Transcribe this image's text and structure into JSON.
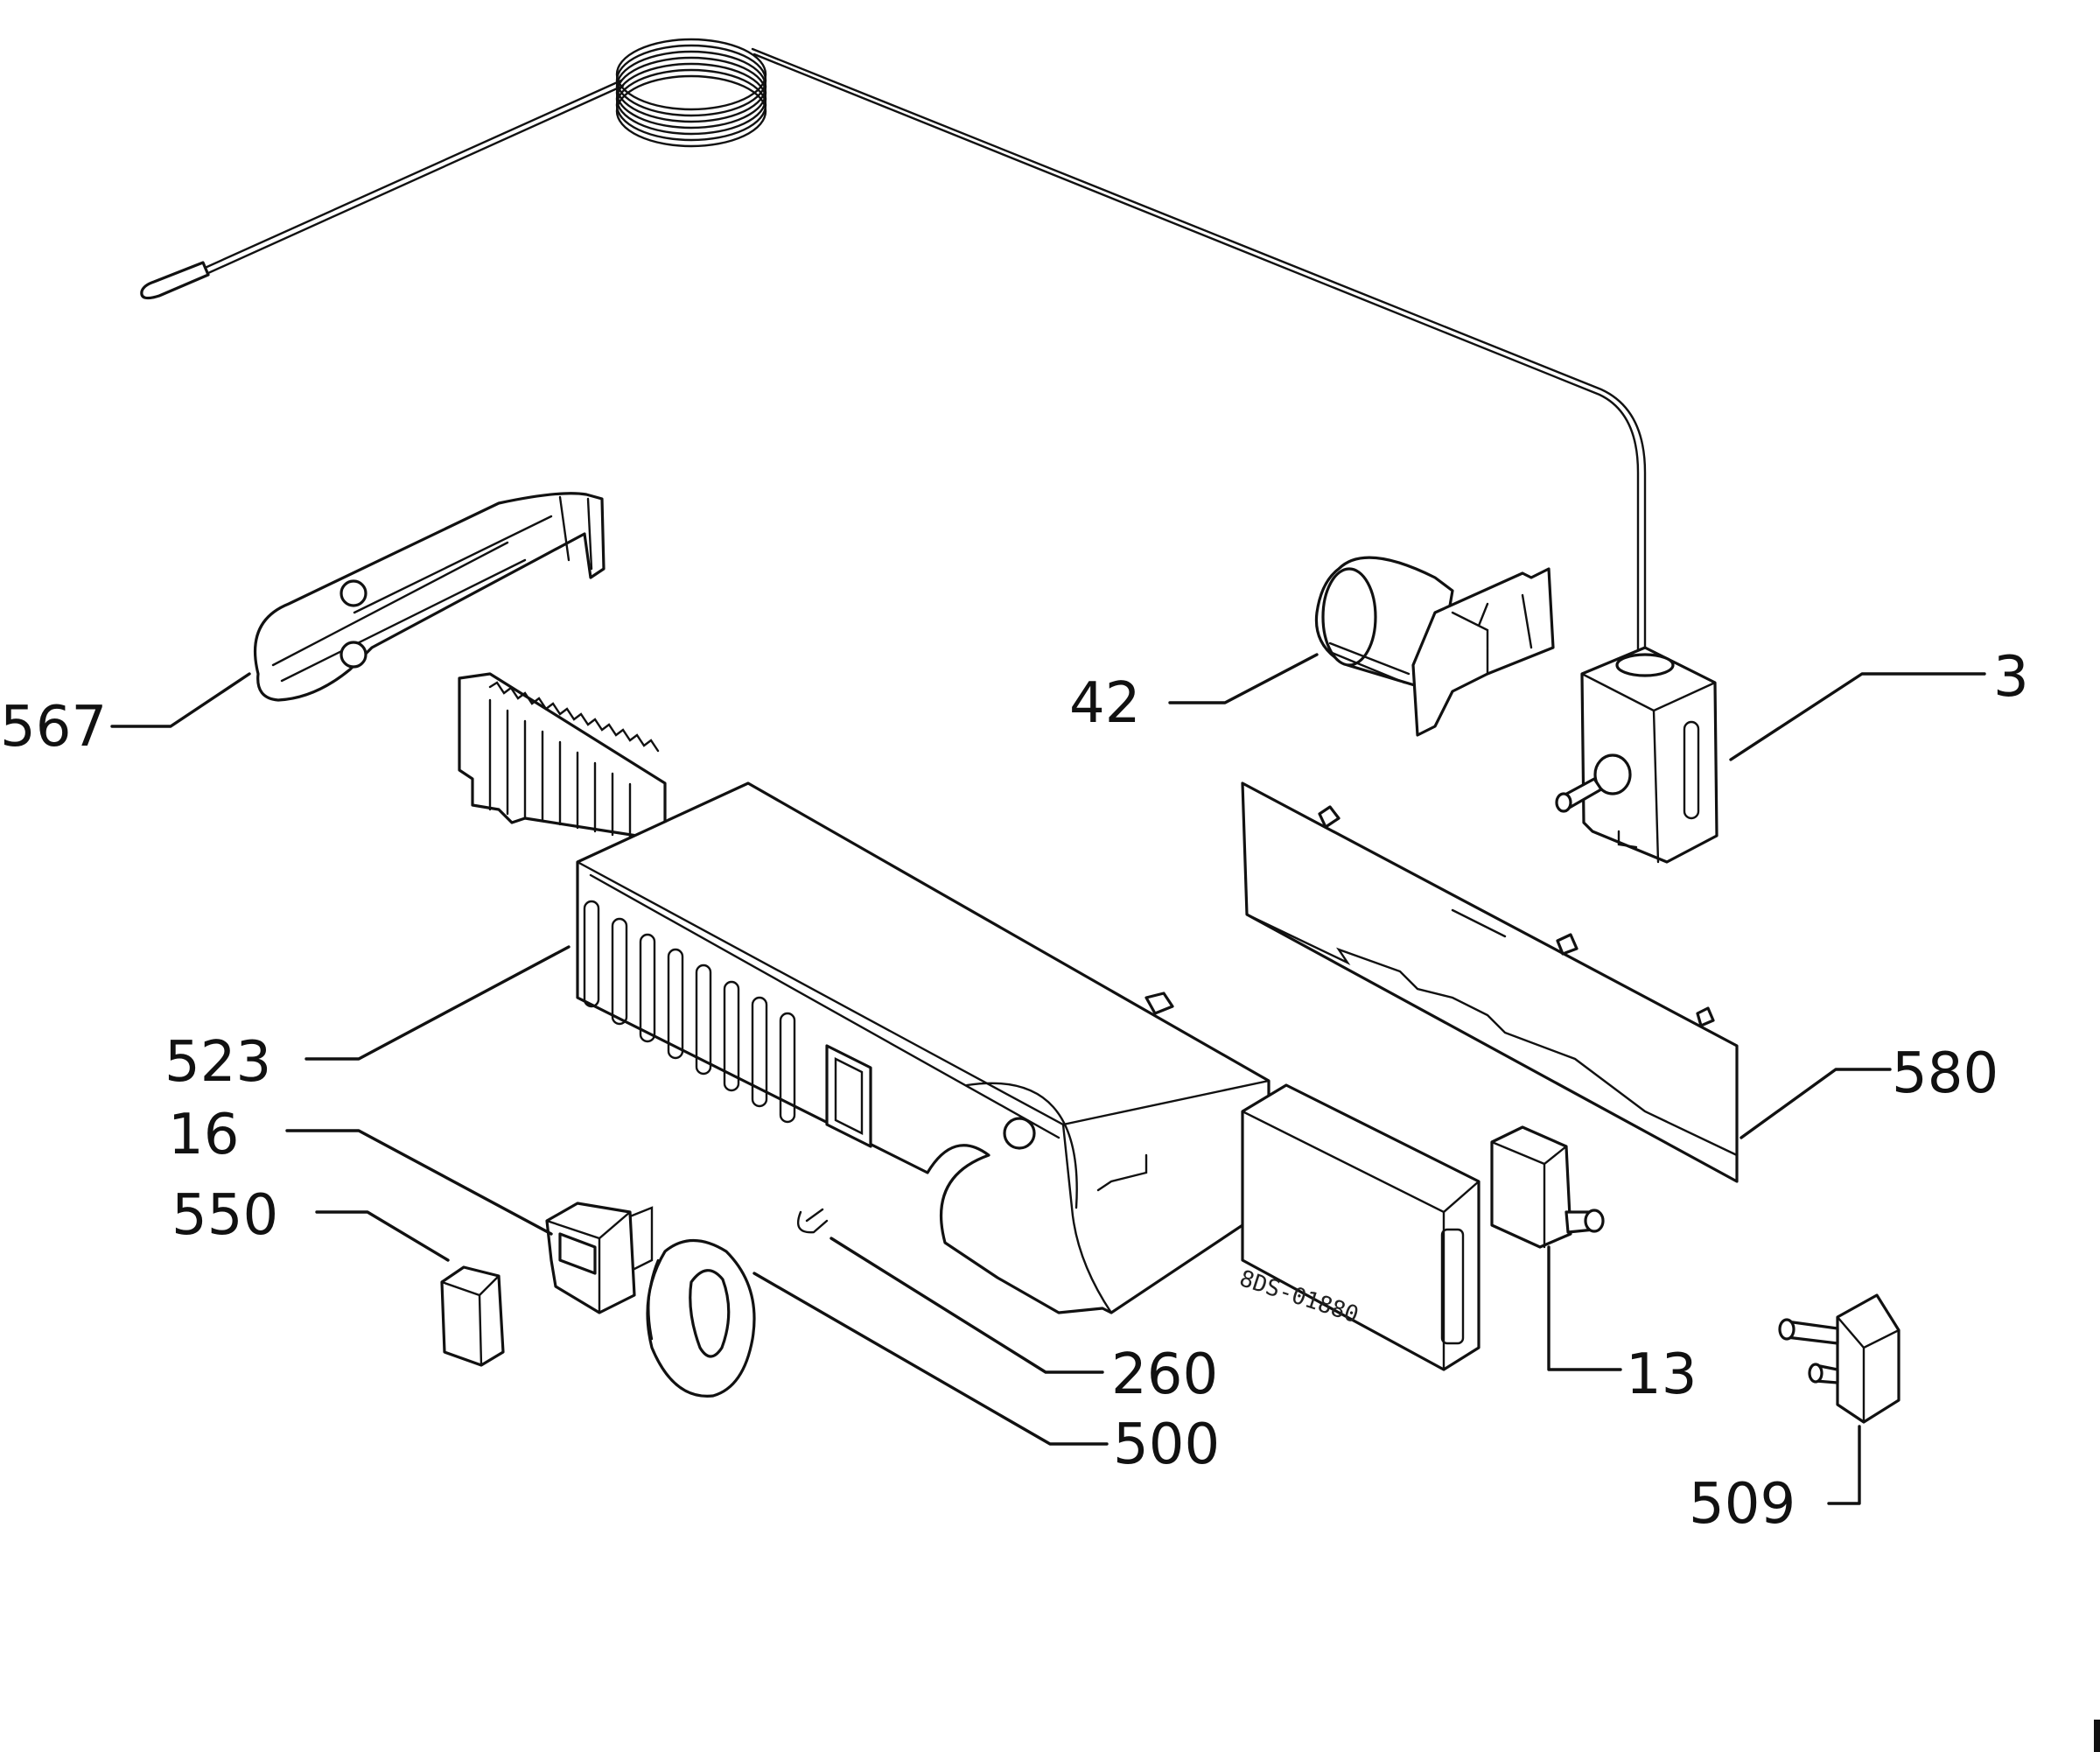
{
  "callouts": {
    "p567": "567",
    "p42": "42",
    "p3": "3",
    "p523": "523",
    "p16": "16",
    "p550": "550",
    "p580": "580",
    "p260": "260",
    "p500": "500",
    "p13": "13",
    "p509": "509"
  },
  "stamp": "8DS-01880",
  "colors": {
    "ink": "#111111",
    "paper": "#ffffff"
  }
}
